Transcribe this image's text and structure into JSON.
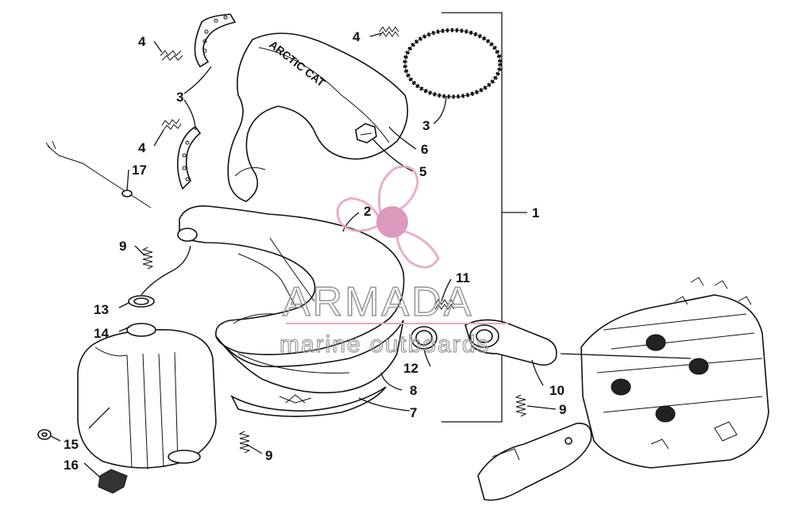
{
  "diagram": {
    "callouts": [
      {
        "id": "c4a",
        "label": "4"
      },
      {
        "id": "c3a",
        "label": "3"
      },
      {
        "id": "c4b",
        "label": "4"
      },
      {
        "id": "c17",
        "label": "17"
      },
      {
        "id": "c9a",
        "label": "9"
      },
      {
        "id": "c13",
        "label": "13"
      },
      {
        "id": "c14",
        "label": "14"
      },
      {
        "id": "c15",
        "label": "15"
      },
      {
        "id": "c16",
        "label": "16"
      },
      {
        "id": "c9b",
        "label": "9"
      },
      {
        "id": "c4c",
        "label": "4"
      },
      {
        "id": "c3b",
        "label": "3"
      },
      {
        "id": "c6",
        "label": "6"
      },
      {
        "id": "c5",
        "label": "5"
      },
      {
        "id": "c2",
        "label": "2"
      },
      {
        "id": "c1",
        "label": "1"
      },
      {
        "id": "c11",
        "label": "11"
      },
      {
        "id": "c12",
        "label": "12"
      },
      {
        "id": "c10",
        "label": "10"
      },
      {
        "id": "c8",
        "label": "8"
      },
      {
        "id": "c7",
        "label": "7"
      },
      {
        "id": "c9c",
        "label": "9"
      }
    ],
    "shield_text": "ARCTIC CAT"
  },
  "watermark": {
    "title": "ARMADA",
    "subtitle": "marine outboards",
    "logo_color": "#e8a6c6",
    "logo_dark": "#d98fb4",
    "text_color": "#9a9a9a"
  }
}
